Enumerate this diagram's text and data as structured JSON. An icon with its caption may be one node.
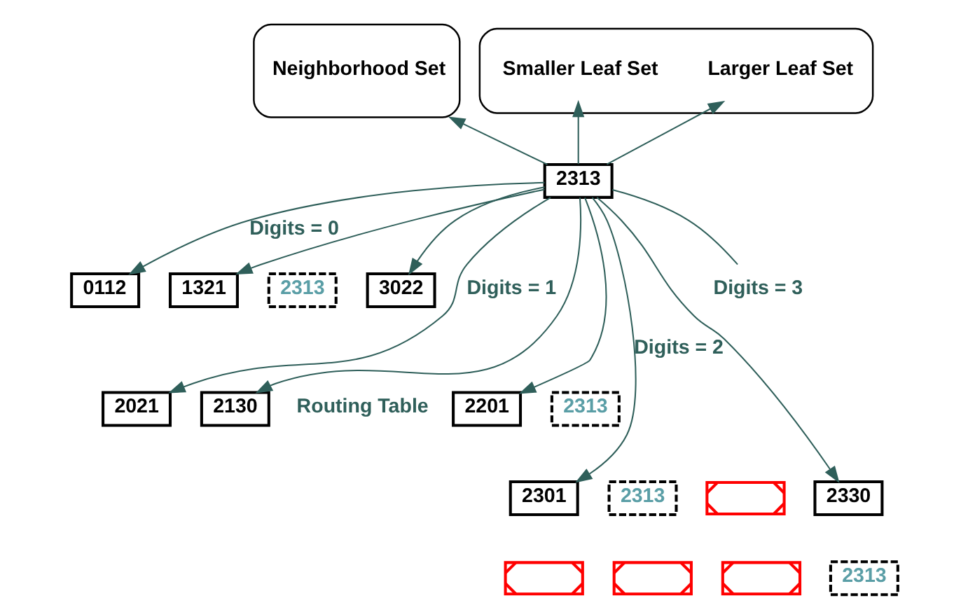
{
  "diagram": {
    "nodes": [
      {
        "text": [
          "Neighborhood Set"
        ]
      },
      {
        "text": [],
        "shape": "box"
      },
      {
        "text": [
          "Smaller Leaf Set"
        ],
        "in": 1
      },
      {
        "text": [
          "Larger Leaf Set"
        ],
        "in": 1
      },
      {
        "text": [
          "2313"
        ]
      },
      {
        "text": [
          "0112"
        ]
      },
      {
        "text": [
          "1321"
        ]
      },
      {
        "text": [
          "2313"
        ]
      },
      {
        "text": [
          "3022"
        ]
      },
      {
        "text": [
          "2021"
        ]
      },
      {
        "text": [
          "2130"
        ]
      },
      {
        "text": [
          "2201"
        ]
      },
      {
        "text": [
          "2313"
        ]
      },
      {
        "text": [
          "2301"
        ]
      },
      {
        "text": [
          "2313"
        ]
      },
      {
        "text": [],
        "shape": "box"
      },
      {
        "text": [
          "2330"
        ]
      },
      {
        "text": [],
        "shape": "box"
      },
      {
        "text": [],
        "shape": "box"
      },
      {
        "text": [],
        "shape": "box"
      },
      {
        "text": [
          "2313"
        ]
      },
      {
        "text": [
          "Digits = 3"
        ]
      }
    ],
    "edges": [
      {
        "from": 4,
        "to": 0,
        "arrow": "to"
      },
      {
        "from": 4,
        "to": 2,
        "arrow": "to"
      },
      {
        "from": 4,
        "to": 3,
        "arrow": "to"
      },
      {
        "from": 4,
        "to": 5,
        "arrow": "to",
        "label": "Digits = 0"
      },
      {
        "from": 4,
        "to": 6,
        "arrow": "to"
      },
      {
        "from": 4,
        "to": 8,
        "arrow": "to"
      },
      {
        "from": 4,
        "to": 9,
        "arrow": "to",
        "label": "Digits = 1"
      },
      {
        "from": 4,
        "to": 10,
        "arrow": "to"
      },
      {
        "from": 4,
        "to": 11,
        "arrow": "to"
      },
      {
        "from": 4,
        "to": 13,
        "arrow": "to",
        "label": "Digits = 2"
      },
      {
        "from": 4,
        "to": 16,
        "arrow": "to"
      },
      {
        "from": 4,
        "to": 21,
        "arrow": "none"
      }
    ],
    "labels": [
      "Routing Table"
    ]
  }
}
